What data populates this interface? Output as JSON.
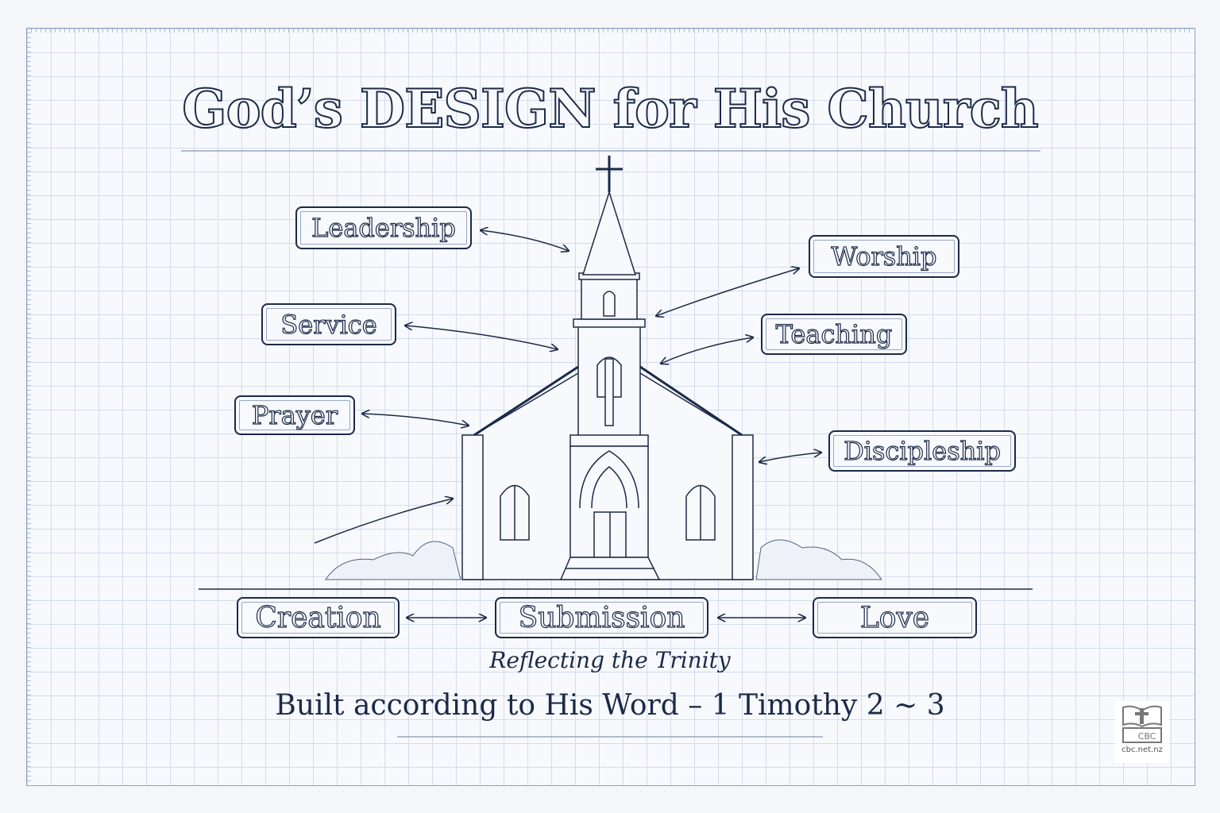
{
  "title": "God’s DESIGN for His Church",
  "labels": {
    "leadership": "Leadership",
    "service": "Service",
    "prayer": "Prayer",
    "worship": "Worship",
    "teaching": "Teaching",
    "discipleship": "Discipleship",
    "creation": "Creation",
    "submission": "Submission",
    "love": "Love"
  },
  "subtitle": "Reflecting the Trinity",
  "footer": "Built according to His Word – 1 Timothy 2 ~ 3",
  "logo": {
    "badge": "CBC",
    "url": "cbc.net.nz"
  },
  "colors": {
    "ink": "#1c2a48",
    "grid": "#d3dced",
    "paper": "#f7f9fc"
  }
}
